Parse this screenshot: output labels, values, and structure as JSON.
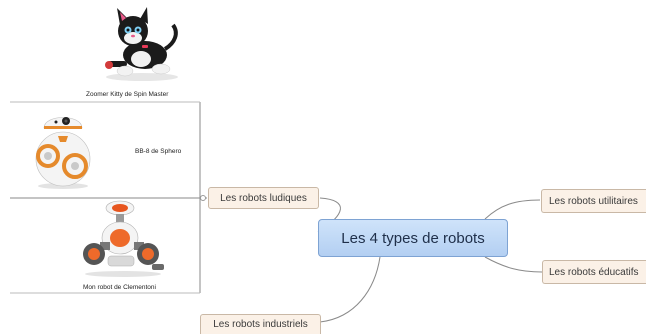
{
  "central_topic": "Les 4 types de robots",
  "branches": {
    "ludiques": "Les robots ludiques",
    "industriels": "Les robots industriels",
    "utilitaires": "Les robots utilitaires",
    "educatifs": "Les robots éducatifs"
  },
  "images": [
    {
      "caption": "Zoomer Kitty de Spin Master",
      "icon": "robot-cat-image"
    },
    {
      "caption": "BB-8 de Sphero",
      "icon": "bb8-droid-image"
    },
    {
      "caption": "Mon robot de Clementoni",
      "icon": "toy-robot-image"
    }
  ],
  "colors": {
    "central_fill": "#c2d9f6",
    "branch_fill": "#fbf1e7",
    "connector": "#8a8a8a"
  }
}
